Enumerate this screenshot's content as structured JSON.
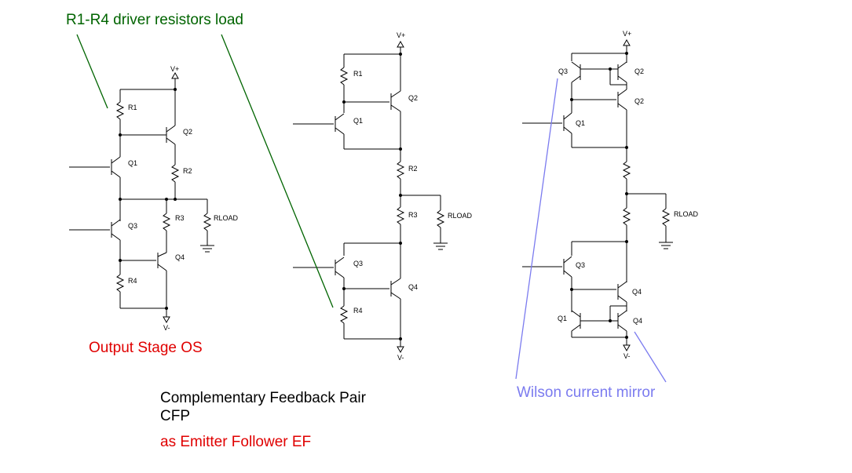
{
  "annotations": {
    "driver_note": "R1-R4 driver resistors load",
    "output_stage": "Output Stage OS",
    "cfp_line1": "Complementary Feedback Pair",
    "cfp_line2": "CFP",
    "cfp_line3": "as Emitter Follower EF",
    "wilson": "Wilson current mirror"
  },
  "colors": {
    "green_note": "#006400",
    "red_note": "#e00000",
    "wilson_note": "#7b7bef",
    "wire": "#000000"
  },
  "circuit1": {
    "vplus": "V+",
    "vminus": "V-",
    "r1": "R1",
    "r2": "R2",
    "r3": "R3",
    "r4": "R4",
    "rload": "RLOAD",
    "q1": "Q1",
    "q2": "Q2",
    "q3": "Q3",
    "q4": "Q4"
  },
  "circuit2": {
    "vplus": "V+",
    "vminus": "V-",
    "r1": "R1",
    "r2": "R2",
    "r3": "R3",
    "r4": "R4",
    "rload": "RLOAD",
    "q1": "Q1",
    "q2": "Q2",
    "q3": "Q3",
    "q4": "Q4"
  },
  "circuit3": {
    "vplus": "V+",
    "vminus": "V-",
    "rload": "RLOAD",
    "q3_top": "Q3",
    "q2_top": "Q2",
    "q2_mid": "Q2",
    "q1_top": "Q1",
    "q3_bot": "Q3",
    "q4_mid": "Q4",
    "q1_bot": "Q1",
    "q4_bot": "Q4"
  }
}
